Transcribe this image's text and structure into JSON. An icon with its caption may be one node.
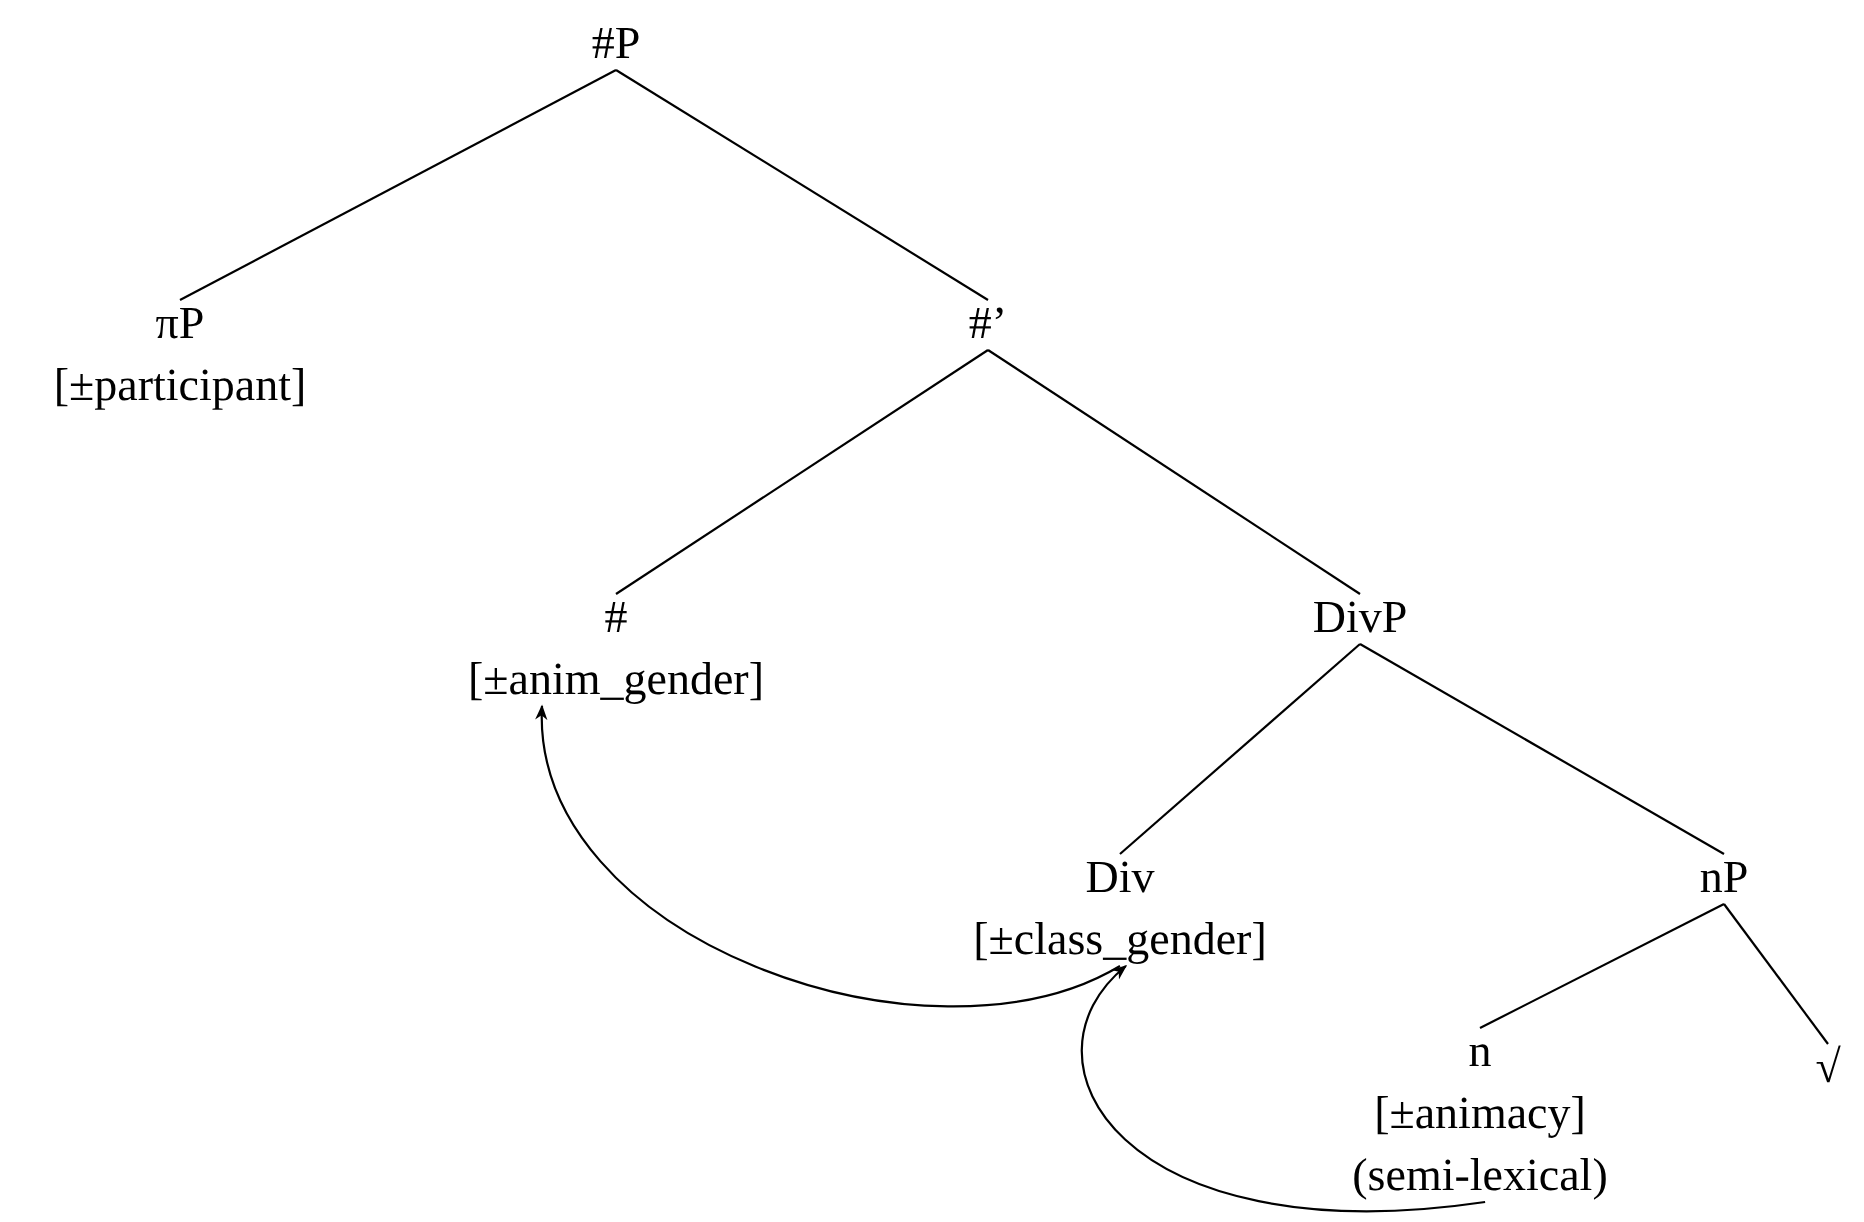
{
  "diagram": {
    "nodes": [
      {
        "text": [
          "#P"
        ]
      },
      {
        "text": [
          "πP",
          "[±participant]"
        ]
      },
      {
        "text": [
          "#’"
        ]
      },
      {
        "text": [
          "#",
          "[±anim_gender]"
        ]
      },
      {
        "text": [
          "DivP"
        ]
      },
      {
        "text": [
          "Div",
          "[±class_gender]"
        ]
      },
      {
        "text": [
          "nP"
        ]
      },
      {
        "text": [
          "n",
          "[±animacy]",
          "(semi-lexical)"
        ]
      },
      {
        "text": [
          "√"
        ]
      }
    ],
    "edges": [
      {
        "from": 0,
        "to": 1,
        "arrow": "none"
      },
      {
        "from": 0,
        "to": 2,
        "arrow": "none"
      },
      {
        "from": 2,
        "to": 3,
        "arrow": "none"
      },
      {
        "from": 2,
        "to": 4,
        "arrow": "none"
      },
      {
        "from": 4,
        "to": 5,
        "arrow": "none"
      },
      {
        "from": 4,
        "to": 6,
        "arrow": "none"
      },
      {
        "from": 6,
        "to": 7,
        "arrow": "none"
      },
      {
        "from": 6,
        "to": 8,
        "arrow": "none"
      },
      {
        "from": 5,
        "to": 3,
        "arrow": "to"
      },
      {
        "from": 7,
        "to": 5,
        "arrow": "to"
      }
    ]
  }
}
